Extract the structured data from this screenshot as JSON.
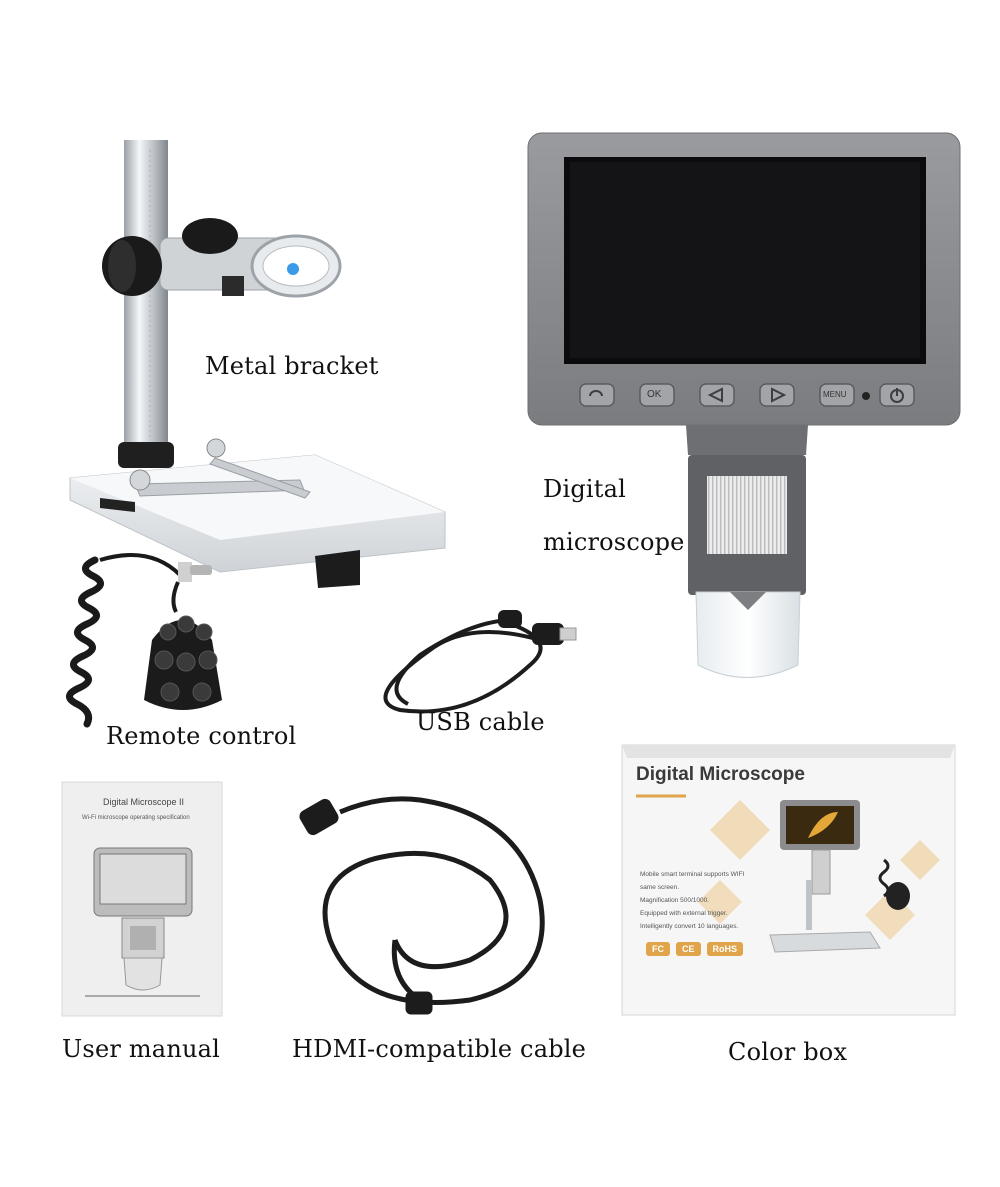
{
  "labels": {
    "metal_bracket": "Metal bracket",
    "digital_microscope_line1": "Digital",
    "digital_microscope_line2": "microscope",
    "remote_control": "Remote control",
    "usb_cable": "USB cable",
    "user_manual": "User manual",
    "hdmi_cable": "HDMI-compatible cable",
    "color_box": "Color box"
  },
  "monitor_buttons": [
    "OK",
    "MENU"
  ],
  "manual": {
    "title": "Digital Microscope II",
    "subtitle": "Wi-Fi microscope operating specification"
  },
  "color_box": {
    "title": "Digital Microscope",
    "features": [
      "Mobile smart terminal supports WIFI",
      "same screen.",
      "Magnification 500/1000.",
      "Equipped with external trigger.",
      "Intelligently convert 10 languages."
    ],
    "badges": [
      "FC",
      "CE",
      "RoHS"
    ]
  },
  "colors": {
    "monitor_frame": "#8c8c8e",
    "screen": "#0b0b0d",
    "box_accent": "#e0a44a",
    "box_title": "#3a3a3a"
  }
}
